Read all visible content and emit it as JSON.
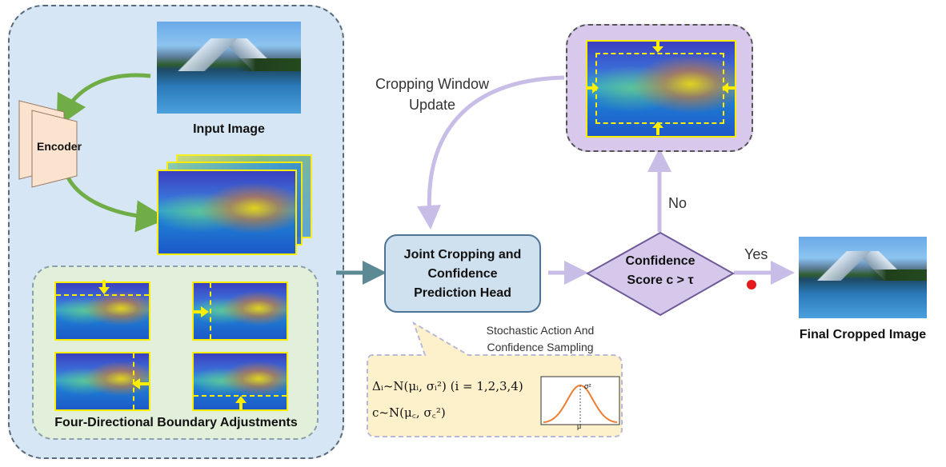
{
  "labels": {
    "input_image": "Input Image",
    "encoder": "Encoder",
    "four_directional": "Four-Directional Boundary Adjustments",
    "head_line1": "Joint Cropping and",
    "head_line2": "Confidence",
    "head_line3": "Prediction Head",
    "cropping_window_line1": "Cropping Window",
    "cropping_window_line2": "Update",
    "confidence_line1": "Confidence",
    "confidence_line2": "Score c > τ",
    "no": "No",
    "yes": "Yes",
    "final_cropped": "Final Cropped Image",
    "stochastic_line1": "Stochastic Action And",
    "stochastic_line2": "Confidence Sampling",
    "formula1": "Δᵢ~N(μᵢ, σᵢ²)  (i = 1,2,3,4)",
    "formula2": "c~N(μ꜀, σ꜀²)",
    "sigma_sq": "σ²",
    "mu": "μ"
  },
  "colors": {
    "left_panel_fill": "#d6e6f4",
    "left_panel_border": "#5a6a7a",
    "inner_panel_fill": "#e2efda",
    "head_fill": "#cfe0ee",
    "head_border": "#4e7496",
    "diamond_fill": "#d5c8ea",
    "diamond_border": "#6e5a99",
    "update_panel_fill": "#d8c8ec",
    "green_arrow": "#70ad47",
    "teal_arrow": "#5b8a94",
    "lavender_arrow": "#c8bde6",
    "sampling_fill": "#fdf1cc",
    "encoder_fill": "#fbe3cf",
    "red_dot": "#e51a1a",
    "curve": "#ed7d31"
  }
}
